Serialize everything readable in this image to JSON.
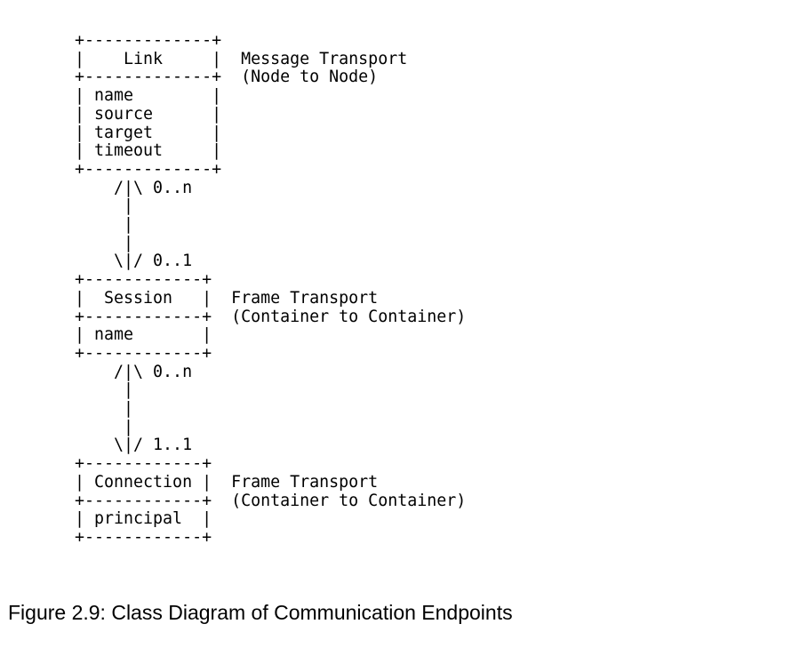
{
  "diagram_lines": [
    "+-------------+",
    "|    Link     |  Message Transport",
    "+-------------+  (Node to Node)",
    "| name        |",
    "| source      |",
    "| target      |",
    "| timeout     |",
    "+-------------+",
    "    /|\\ 0..n",
    "     |",
    "     |",
    "     |",
    "    \\|/ 0..1",
    "+------------+",
    "|  Session   |  Frame Transport",
    "+------------+  (Container to Container)",
    "| name       |",
    "+------------+",
    "    /|\\ 0..n",
    "     |",
    "     |",
    "     |",
    "    \\|/ 1..1",
    "+------------+",
    "| Connection |  Frame Transport",
    "+------------+  (Container to Container)",
    "| principal  |",
    "+------------+"
  ],
  "caption": "Figure 2.9: Class Diagram of Communication Endpoints"
}
